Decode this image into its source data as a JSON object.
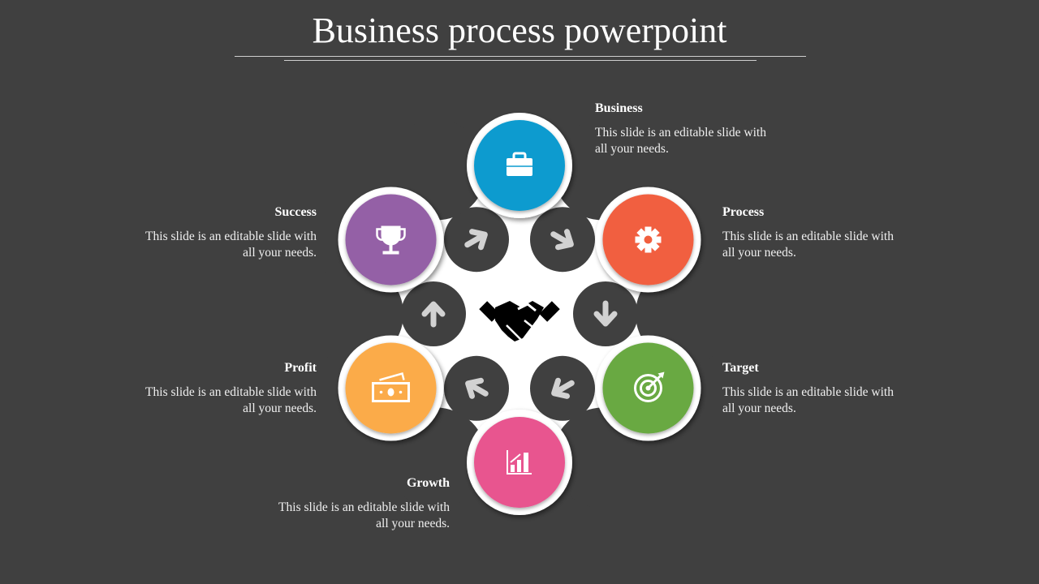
{
  "title": "Business process powerpoint",
  "center_icon": "handshake-icon",
  "steps": [
    {
      "title": "Business",
      "text": "This slide is an editable slide with all your needs.",
      "line1": "This slide is an editable slide with",
      "line2": "all your needs.",
      "color": "#0b9bcf",
      "icon": "briefcase-icon"
    },
    {
      "title": "Process",
      "text": "This slide is an editable slide with all your needs.",
      "line1": "This slide is an editable slide with",
      "line2": "all your needs.",
      "color": "#f15f3f",
      "icon": "gear-icon"
    },
    {
      "title": "Target",
      "text": "This slide is an editable slide with all your needs.",
      "line1": "This slide is an editable slide with",
      "line2": "all your needs.",
      "color": "#69a942",
      "icon": "target-icon"
    },
    {
      "title": "Growth",
      "text": "This slide is an editable slide with all your needs.",
      "line1": "This slide is an editable slide with",
      "line2": "all your needs.",
      "color": "#e8548f",
      "icon": "growth-chart-icon"
    },
    {
      "title": "Profit",
      "text": "This slide is an editable slide with all your needs.",
      "line1": "This slide is an editable slide with",
      "line2": "all your needs.",
      "color": "#fbab4a",
      "icon": "money-icon"
    },
    {
      "title": "Success",
      "text": "This slide is an editable slide with all your needs.",
      "line1": "This slide is an editable slide with",
      "line2": "all your needs.",
      "color": "#9460a6",
      "icon": "trophy-icon"
    }
  ]
}
